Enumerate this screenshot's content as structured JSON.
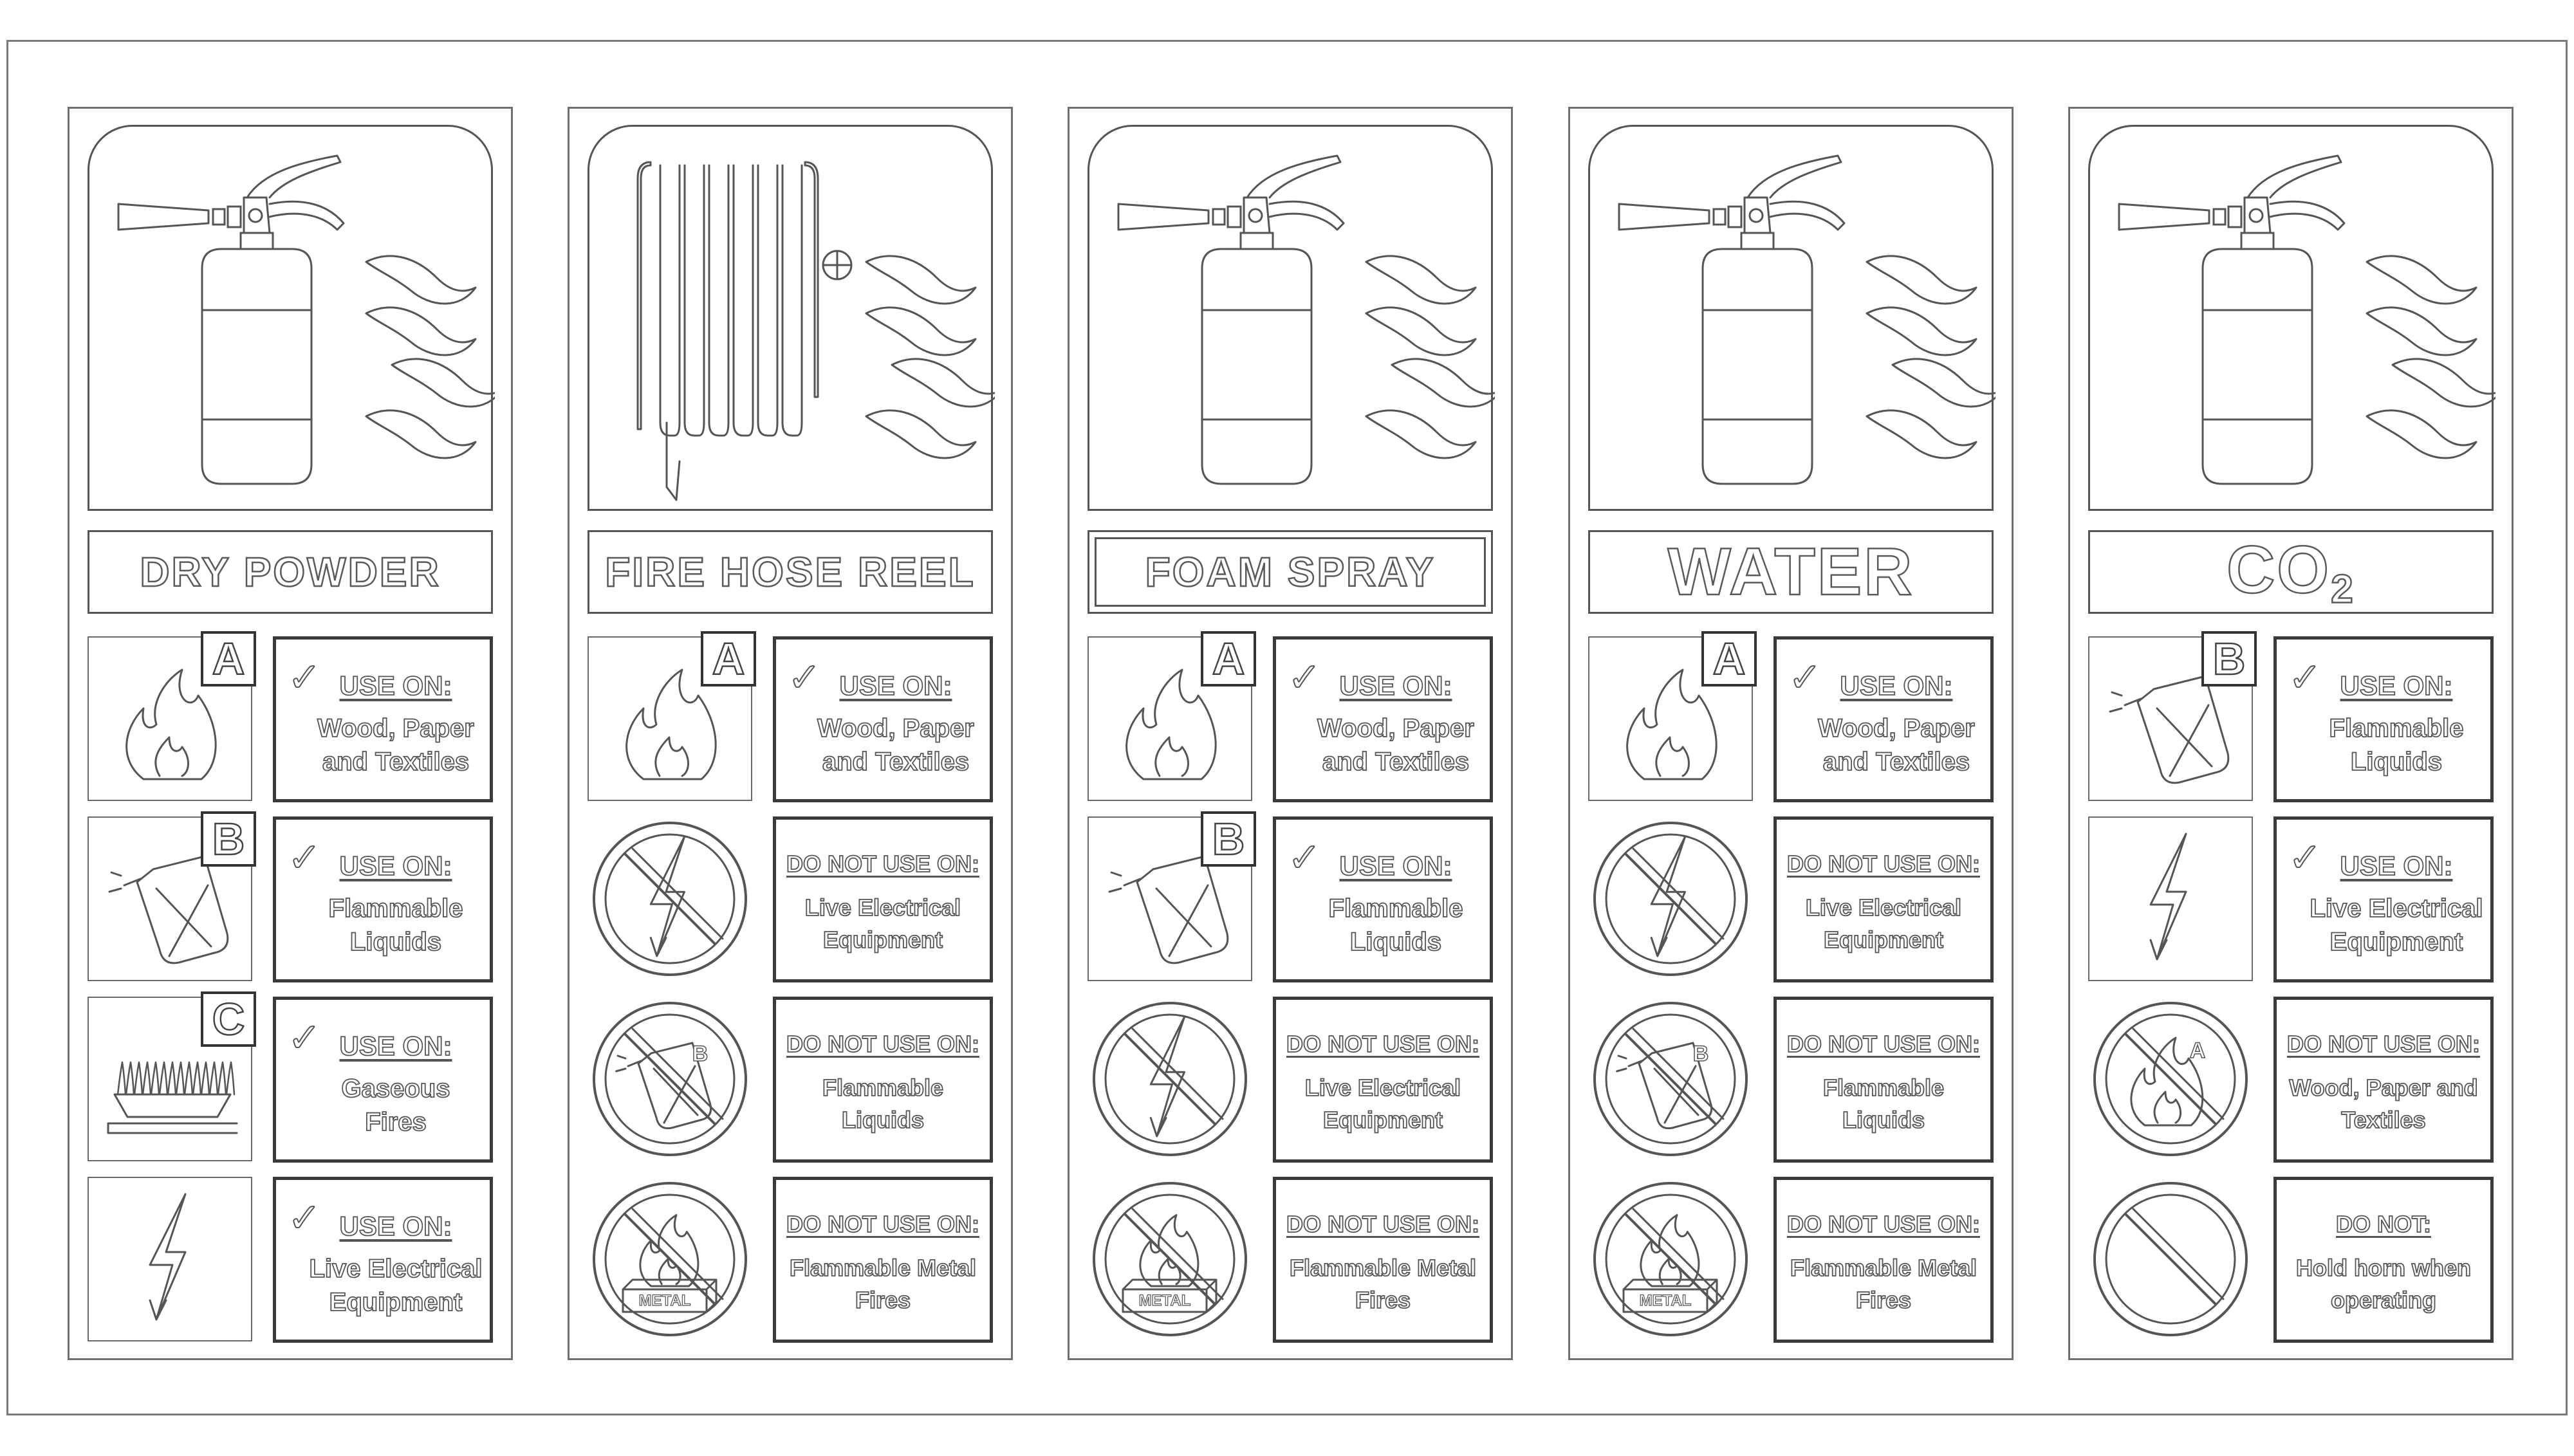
{
  "signs": [
    {
      "name": "DRY POWDER",
      "equipment": "extinguisher",
      "rows": [
        {
          "icon": "class-a-fire-icon",
          "badge": "A",
          "kind": "use",
          "heading": "USE ON:",
          "lines": [
            "Wood, Paper",
            "and Textiles"
          ]
        },
        {
          "icon": "class-b-liquid-icon",
          "badge": "B",
          "kind": "use",
          "heading": "USE ON:",
          "lines": [
            "Flammable",
            "Liquids"
          ]
        },
        {
          "icon": "class-c-gas-icon",
          "badge": "C",
          "kind": "use",
          "heading": "USE ON:",
          "lines": [
            "Gaseous",
            "Fires"
          ]
        },
        {
          "icon": "electrical-icon",
          "badge": "",
          "kind": "use",
          "heading": "USE ON:",
          "lines": [
            "Live Electrical",
            "Equipment"
          ]
        }
      ]
    },
    {
      "name": "FIRE HOSE REEL",
      "equipment": "hose-reel",
      "rows": [
        {
          "icon": "class-a-fire-icon",
          "badge": "A",
          "kind": "use",
          "heading": "USE ON:",
          "lines": [
            "Wood, Paper",
            "and Textiles"
          ]
        },
        {
          "icon": "no-electrical-icon",
          "badge": "",
          "kind": "dnu",
          "heading": "DO NOT USE ON:",
          "lines": [
            "Live Electrical",
            "Equipment"
          ]
        },
        {
          "icon": "no-liquid-icon",
          "badge": "",
          "kind": "dnu",
          "heading": "DO NOT USE ON:",
          "lines": [
            "Flammable",
            "Liquids"
          ]
        },
        {
          "icon": "no-metal-fire-icon",
          "badge": "",
          "kind": "dnu",
          "heading": "DO NOT USE ON:",
          "lines": [
            "Flammable Metal",
            "Fires"
          ]
        }
      ]
    },
    {
      "name": "FOAM SPRAY",
      "equipment": "extinguisher",
      "rows": [
        {
          "icon": "class-a-fire-icon",
          "badge": "A",
          "kind": "use",
          "heading": "USE ON:",
          "lines": [
            "Wood, Paper",
            "and Textiles"
          ]
        },
        {
          "icon": "class-b-liquid-icon",
          "badge": "B",
          "kind": "use",
          "heading": "USE ON:",
          "lines": [
            "Flammable",
            "Liquids"
          ]
        },
        {
          "icon": "no-electrical-icon",
          "badge": "",
          "kind": "dnu",
          "heading": "DO NOT USE ON:",
          "lines": [
            "Live Electrical",
            "Equipment"
          ]
        },
        {
          "icon": "no-metal-fire-icon",
          "badge": "",
          "kind": "dnu",
          "heading": "DO NOT USE ON:",
          "lines": [
            "Flammable Metal",
            "Fires"
          ]
        }
      ]
    },
    {
      "name": "WATER",
      "equipment": "extinguisher",
      "rows": [
        {
          "icon": "class-a-fire-icon",
          "badge": "A",
          "kind": "use",
          "heading": "USE ON:",
          "lines": [
            "Wood, Paper",
            "and Textiles"
          ]
        },
        {
          "icon": "no-electrical-icon",
          "badge": "",
          "kind": "dnu",
          "heading": "DO NOT USE ON:",
          "lines": [
            "Live Electrical",
            "Equipment"
          ]
        },
        {
          "icon": "no-liquid-icon",
          "badge": "",
          "kind": "dnu",
          "heading": "DO NOT USE ON:",
          "lines": [
            "Flammable",
            "Liquids"
          ]
        },
        {
          "icon": "no-metal-fire-icon",
          "badge": "",
          "kind": "dnu",
          "heading": "DO NOT USE ON:",
          "lines": [
            "Flammable Metal",
            "Fires"
          ]
        }
      ]
    },
    {
      "name": "CO",
      "name_sub": "2",
      "equipment": "extinguisher",
      "rows": [
        {
          "icon": "class-b-liquid-icon",
          "badge": "B",
          "kind": "use",
          "heading": "USE ON:",
          "lines": [
            "Flammable",
            "Liquids"
          ]
        },
        {
          "icon": "electrical-icon",
          "badge": "",
          "kind": "use",
          "heading": "USE ON:",
          "lines": [
            "Live Electrical",
            "Equipment"
          ]
        },
        {
          "icon": "no-class-a-icon",
          "badge": "",
          "kind": "dnu",
          "heading": "DO NOT USE ON:",
          "lines": [
            "Wood, Paper and",
            "Textiles"
          ]
        },
        {
          "icon": "prohibition-icon",
          "badge": "",
          "kind": "dnu",
          "heading": "DO NOT:",
          "lines": [
            "Hold horn when",
            "operating"
          ]
        }
      ]
    }
  ],
  "row_labels": {
    "check_mark": "✓",
    "small_b": "B",
    "small_a": "A",
    "metal": "METAL"
  }
}
